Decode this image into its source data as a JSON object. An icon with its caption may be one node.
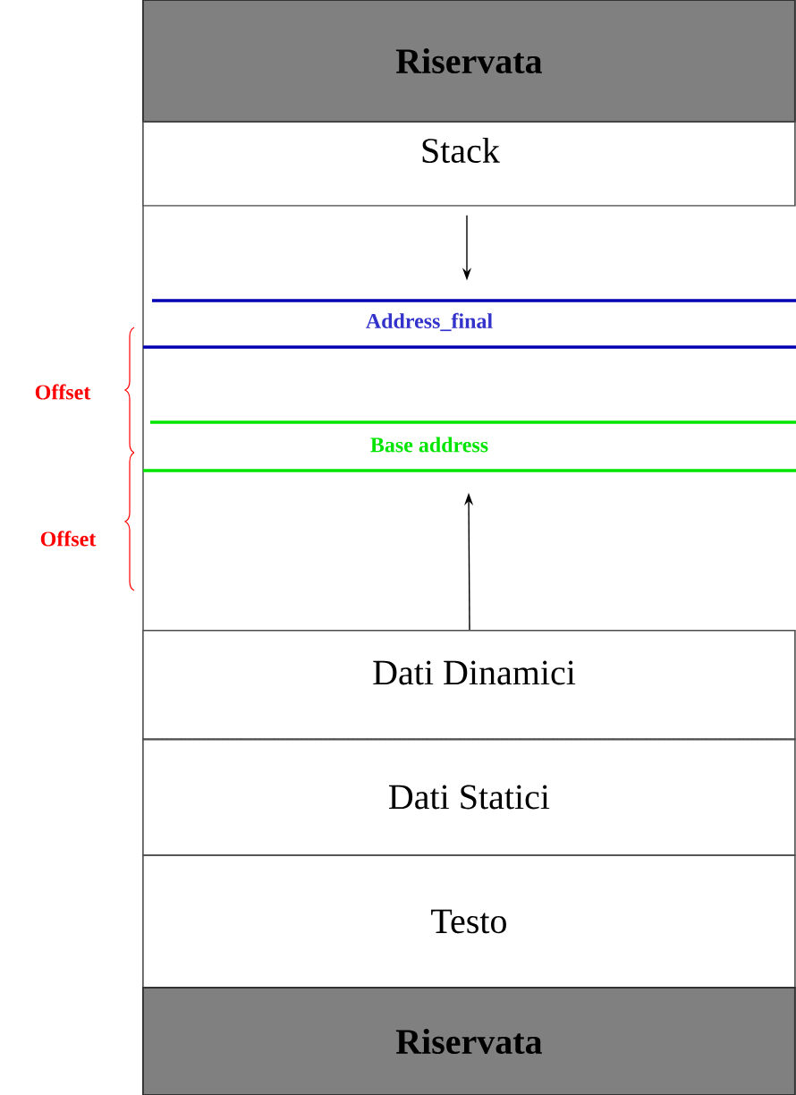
{
  "diagram": {
    "nodes": [
      {
        "text": [
          "Riservata"
        ]
      },
      {
        "text": [
          "Stack"
        ]
      },
      {
        "text": [
          "Address_final"
        ]
      },
      {
        "text": [
          "Base address"
        ]
      },
      {
        "text": [
          "Dati Dinamici"
        ]
      },
      {
        "text": [
          "Dati Statici"
        ]
      },
      {
        "text": [
          "Testo"
        ]
      },
      {
        "text": [
          "Riservata"
        ]
      }
    ],
    "edges": [
      {
        "from": 1,
        "to": 2,
        "arrow": "to"
      },
      {
        "from": 4,
        "to": 3,
        "arrow": "to"
      }
    ],
    "labels": [
      "Offset",
      "Offset"
    ]
  }
}
